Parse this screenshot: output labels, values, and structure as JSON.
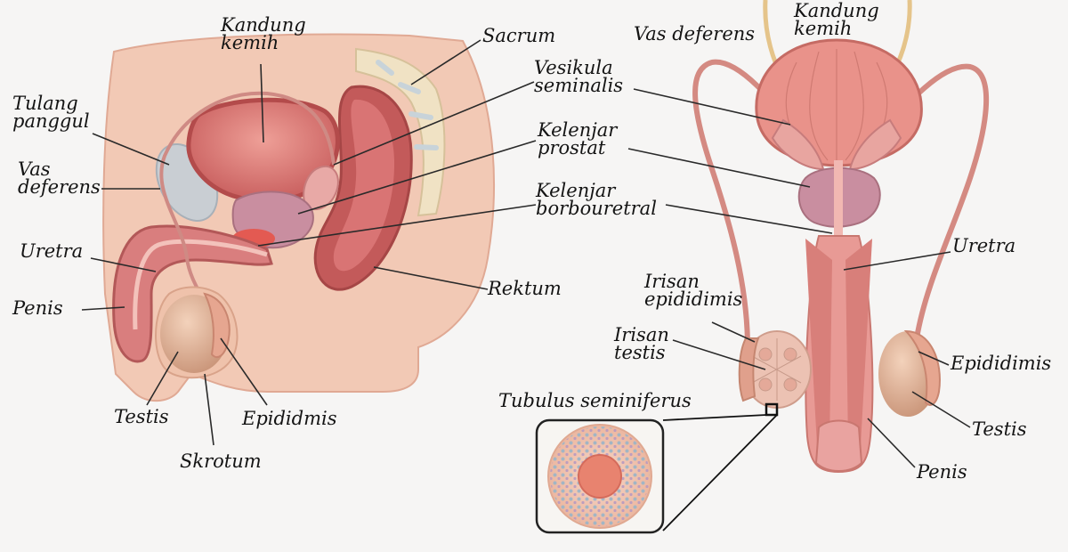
{
  "colors": {
    "background": "#f6f5f4",
    "skin": "#f2c6b1",
    "tissue": "#e79a8f",
    "tissue_dark": "#c65a5a",
    "organ": "#d87979",
    "prostate": "#c8899d",
    "bone": "#f0e3c8",
    "pubic_bone": "#c7ccd1",
    "testis": "#e8bda0",
    "leader_line": "#2a2a2a"
  },
  "diagram": {
    "left_panel": {
      "kandung_kemih": [
        "Kandung",
        "kemih"
      ],
      "sacrum": "Sacrum",
      "vesikula_seminalis": [
        "Vesikula",
        "seminalis"
      ],
      "kelenjar_prostat": [
        "Kelenjar",
        "prostat"
      ],
      "kelenjar_borbouretral": [
        "Kelenjar",
        "borbouretral"
      ],
      "tulang_panggul": [
        "Tulang",
        "panggul"
      ],
      "vas_deferens": [
        "Vas",
        "deferens"
      ],
      "uretra": "Uretra",
      "penis": "Penis",
      "rektum": "Rektum",
      "testis": "Testis",
      "epididmis": "Epididmis",
      "skrotum": "Skrotum"
    },
    "right_panel": {
      "vas_deferens": "Vas deferens",
      "kandung_kemih": [
        "Kandung",
        "kemih"
      ],
      "uretra": "Uretra",
      "irisan_epididimis": [
        "Irisan",
        "epididimis"
      ],
      "irisan_testis": [
        "Irisan",
        "testis"
      ],
      "tubulus_seminiferus": "Tubulus seminiferus",
      "epididimis": "Epididimis",
      "testis": "Testis",
      "penis": "Penis"
    }
  }
}
